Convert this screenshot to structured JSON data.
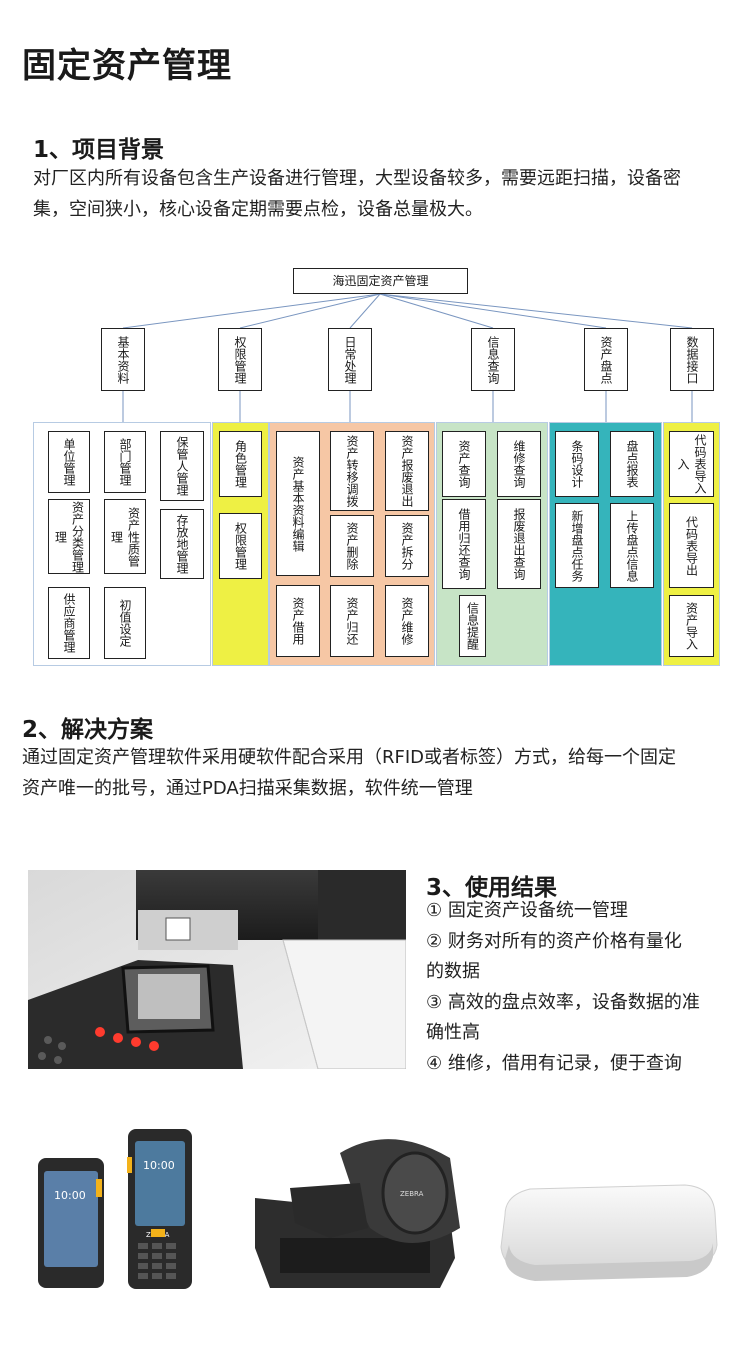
{
  "page_title": "固定资产管理",
  "sections": {
    "background": {
      "title": "1、项目背景",
      "lines": [
        "对厂区内所有设备包含生产设备进行管理，大型设备较多，需要远距扫描，设备密",
        "集，空间狭小，核心设备定期需要点检，设备总量极大。"
      ]
    },
    "solution": {
      "title": "2、解决方案",
      "lines": [
        "通过固定资产管理软件采用硬软件配合采用（RFID或者标签）方式，给每一个固定",
        "资产唯一的批号，通过PDA扫描采集数据，软件统一管理"
      ]
    },
    "results": {
      "title": "3、使用结果",
      "items": [
        "① 固定资产设备统一管理",
        "② 财务对所有的资产价格有量化",
        "的数据",
        "③ 高效的盘点效率，设备数据的准",
        "确性高",
        "④ 维修，借用有记录，便于查询"
      ]
    }
  },
  "diagram": {
    "root": "海迅固定资产管理",
    "categories": [
      "基本资料",
      "权限管理",
      "日常处理",
      "信息查询",
      "资产盘点",
      "数据接口"
    ],
    "leaves": {
      "basic": [
        "单位管理",
        "部门管理",
        "保管人管理",
        "资产分类管理",
        "资产性质管",
        "存放地管理",
        "供应商管理",
        "初值设定"
      ],
      "basic_prefix": [
        "理",
        "理"
      ],
      "perm": [
        "角色管理",
        "权限管理"
      ],
      "daily": [
        "资产基本资料编辑",
        "资产转移调拨",
        "资产报废退出",
        "资产删除",
        "资产拆分",
        "资产借用",
        "资产归还",
        "资产维修"
      ],
      "query": [
        "资产查询",
        "维修查询",
        "借用归还查询",
        "报废退出查询",
        "信息提醒"
      ],
      "inventory": [
        "条码设计",
        "盘点报表",
        "新增盘点任务",
        "上传盘点信息"
      ],
      "interface": [
        "代码表导入",
        "代码表导出",
        "资产导入"
      ],
      "interface_prefix": "入"
    }
  },
  "device_labels": {
    "clock": "10:00",
    "brand": "ZEBRA"
  },
  "colors": {
    "yellow": "#eef044",
    "orange": "#f6c7a5",
    "green": "#c7e4c6",
    "teal": "#35b4bb",
    "line": "#7a96c0"
  }
}
